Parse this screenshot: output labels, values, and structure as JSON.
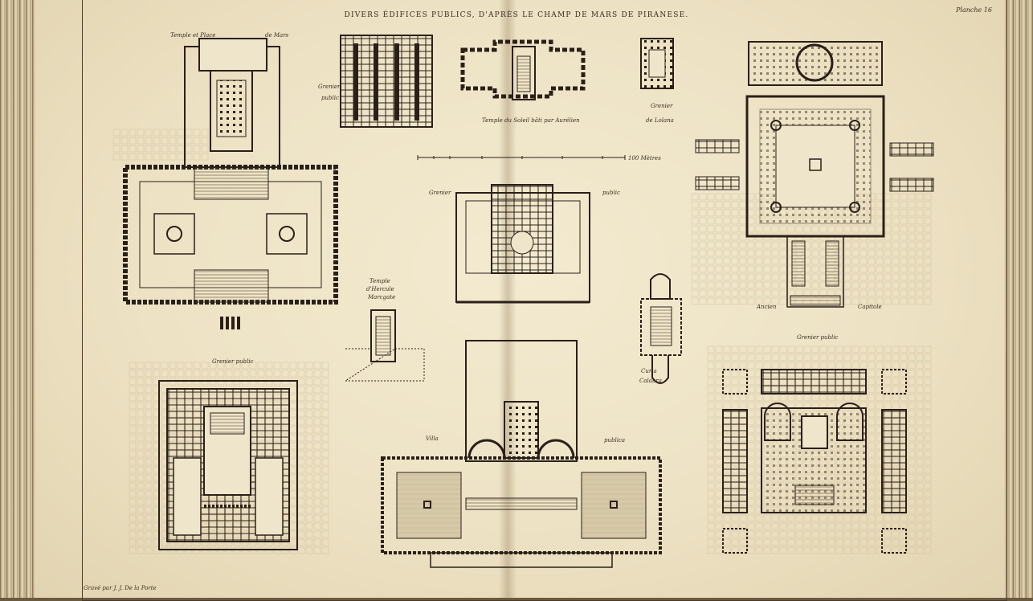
{
  "plate": {
    "title": "DIVERS ÉDIFICES PUBLICS, D'APRÈS LE CHAMP DE MARS DE PIRANESE.",
    "number": "Planche 16",
    "credit": "Gravé par J. J. De la Porte"
  },
  "labels": {
    "temple_mars_a": "Temple et Place",
    "temple_mars_b": "de Mars",
    "grenier_a": "Grenier",
    "grenier_b": "public",
    "temple_soleil": "Temple du Soleil bâti par Aurélien",
    "grenier_lolana_a": "Grenier",
    "grenier_lolana_b": "de Lolana",
    "scale": "100 Mètres",
    "grenier_center_a": "Grenier",
    "grenier_center_b": "public",
    "hercule_a": "Temple",
    "hercule_b": "d'Hercule",
    "hercule_c": "Marcgate",
    "curia_a": "Curia",
    "curia_b": "Calabra",
    "capitole_a": "Ancien",
    "capitole_b": "Capitole",
    "grenier_right": "Grenier public",
    "grenier_bottom_left": "Grenier public",
    "villa_a": "Villa",
    "villa_b": "publica"
  }
}
